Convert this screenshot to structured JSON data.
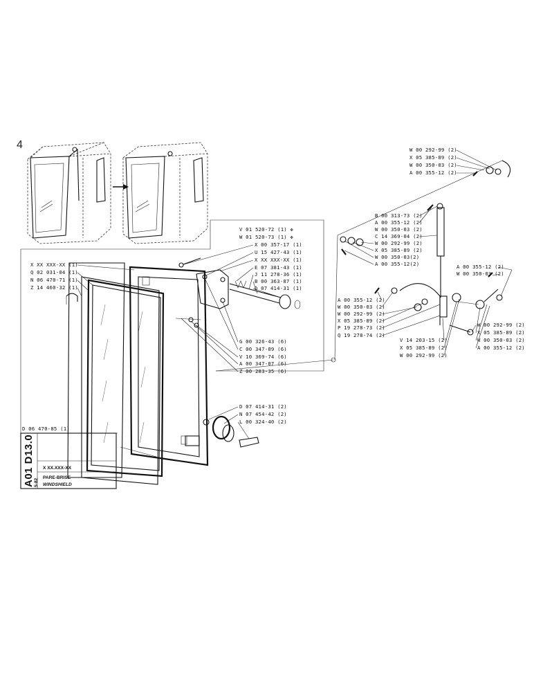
{
  "page_number": "4",
  "title_block": {
    "ref_left": "D 06 470-85 (1)",
    "drawing_code": "A01 D13.0",
    "revision": "5-82",
    "part_number": "X XX.XXX-XX",
    "title_fr": "PARE-BRISE",
    "title_en": "WINDSHIELD"
  },
  "labels_left": [
    "X XX XXX-XX (1)",
    "Q 02 031-04 (1)",
    "N 06 470-71 (1)",
    "Z 14 460-32 (1)"
  ],
  "labels_upper": [
    "V 01 520-72 (1) ✥",
    "W 01 520-73 (1) ✥",
    "X 00 357-17 (1)",
    "U 15 427-43 (1)",
    "X XX XXX-XX (1)",
    "E 07 381-43 (1)",
    "J 11 278-36 (1)",
    "B 00 363-87 (1)",
    "D 07 414-31 (1)"
  ],
  "labels_mid": [
    "G 00 326-43 (6)",
    "C 00 347-09 (6)",
    "V 10 369-74 (6)",
    "A 00 347-07 (6)",
    "Z 00 283-35 (6)"
  ],
  "labels_lower": [
    "D 07 414-31 (2)",
    "N 07 454-42 (2)",
    "L 00 324-40 (2)"
  ],
  "labels_top_right": [
    "W 00 292-99 (2)",
    "X 05 385-89 (2)",
    "W 00 350-03 (2)",
    "A 00 355-12 (2)"
  ],
  "labels_right_upper": [
    "B 00 313-73 (2)",
    "A 00 355-12 (2)",
    "W 00 350-03 (2)",
    "C 14 369-04 (2)",
    "W 00 292-99 (2)",
    "X 05 385-89 (2)",
    "W 00 350-03(2)",
    "A 00 355-12(2)"
  ],
  "labels_right_far": [
    "A 00 355-12 (2)",
    "W 00 350-03 (2)"
  ],
  "labels_right_mid": [
    "A 00 355-12 (2)",
    "W 00 350-03 (2)",
    "W 00 292-99 (2)",
    "X 05 385-89 (2)",
    "P 19 278-73 (2)",
    "Q 19 278-74 (2)"
  ],
  "labels_right_lower": [
    "V 14 203-15 (2)",
    "X 05 385-89 (2)",
    "W 00 292-99 (2)"
  ],
  "labels_right_far_lower": [
    "W 00 292-99 (2)",
    "X 05 385-89 (2)",
    "W 00 350-03 (2)",
    "A 00 355-12 (2)"
  ]
}
